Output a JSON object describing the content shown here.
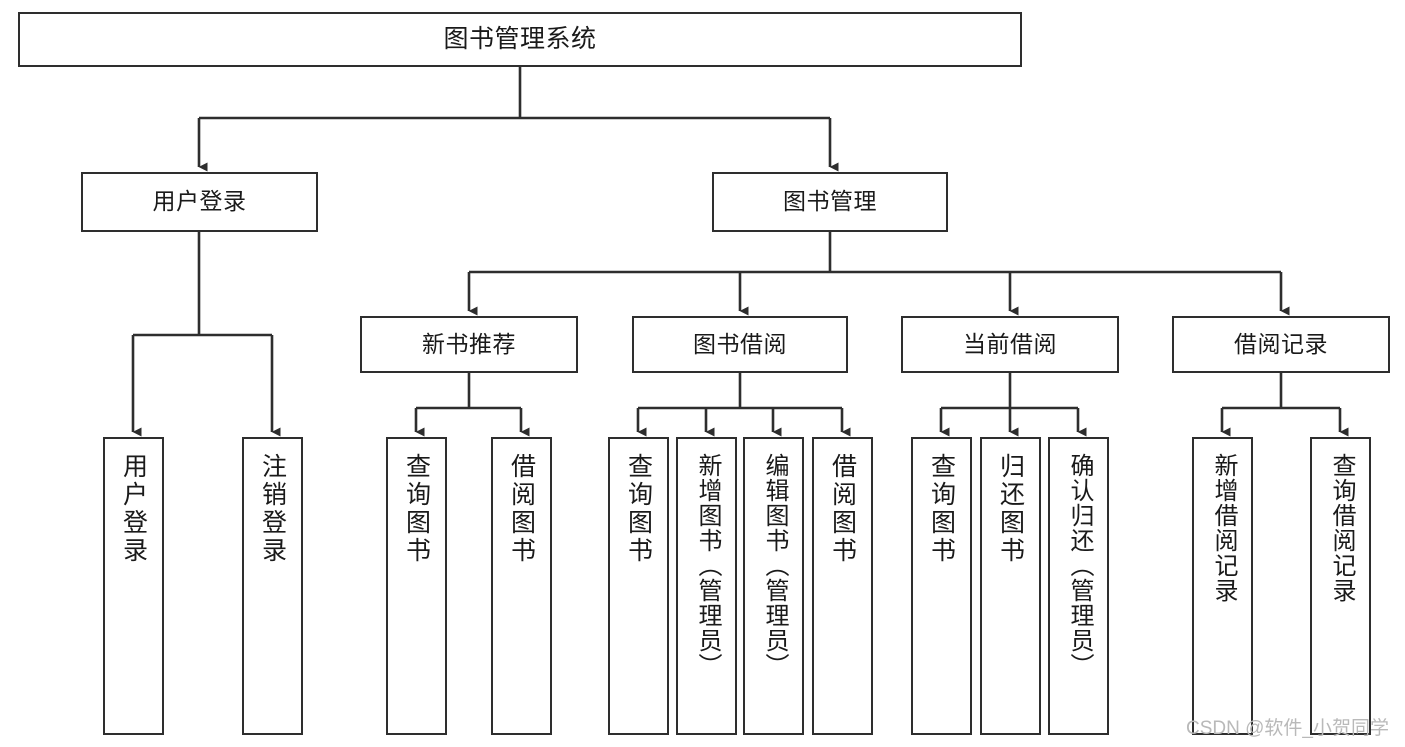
{
  "diagram": {
    "type": "tree",
    "title": "图书管理系统",
    "watermark": "CSDN @软件_小贺同学",
    "colors": {
      "stroke": "#2e2e2e",
      "background": "#ffffff",
      "text": "#1a1a1a",
      "watermark": "#b9b9b9"
    },
    "levels": {
      "root": {
        "label": "图书管理系统"
      },
      "level2": [
        {
          "label": "用户登录"
        },
        {
          "label": "图书管理"
        }
      ],
      "level3": [
        {
          "label": "新书推荐"
        },
        {
          "label": "图书借阅"
        },
        {
          "label": "当前借阅"
        },
        {
          "label": "借阅记录"
        }
      ],
      "leaves": {
        "user_login": [
          {
            "label": "用户登录"
          },
          {
            "label": "注销登录"
          }
        ],
        "new_book_recommend": [
          {
            "label": "查询图书"
          },
          {
            "label": "借阅图书"
          }
        ],
        "book_borrow": [
          {
            "label": "查询图书"
          },
          {
            "label": "新增图书（管理员）"
          },
          {
            "label": "编辑图书（管理员）"
          },
          {
            "label": "借阅图书"
          }
        ],
        "current_borrow": [
          {
            "label": "查询图书"
          },
          {
            "label": "归还图书"
          },
          {
            "label": "确认归还（管理员）"
          }
        ],
        "borrow_record": [
          {
            "label": "新增借阅记录"
          },
          {
            "label": "查询借阅记录"
          }
        ]
      }
    }
  }
}
